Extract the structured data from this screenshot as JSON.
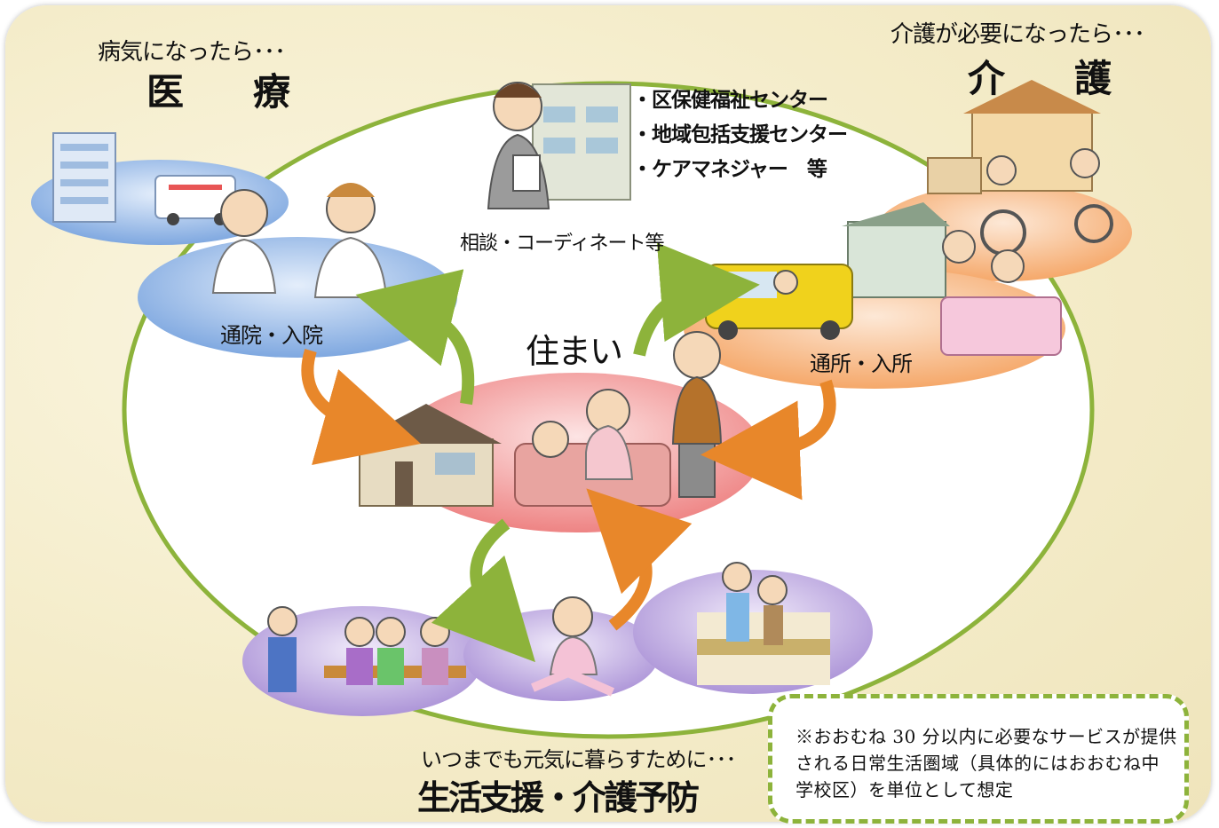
{
  "sections": {
    "medical": {
      "lead": "病気になったら･･･",
      "title": "医　療",
      "label": "通院・入院"
    },
    "care": {
      "lead": "介護が必要になったら･･･",
      "title": "介　護",
      "label": "通所・入所"
    },
    "home": {
      "title": "住まい"
    },
    "support": {
      "lead": "いつまでも元気に暮らすために･･･",
      "title": "生活支援・介護予防"
    },
    "consult": {
      "label": "相談・コーディネート等",
      "items": [
        "・区保健福祉センター",
        "・地域包括支援センター",
        "・ケアマネジャー　等"
      ]
    }
  },
  "note": "※おおむね 30 分以内に必要なサービスが提供される日常生活圏域（具体的にはおおむね中学校区）を単位として想定",
  "colors": {
    "ring": "#8db33b",
    "medical": "#7fa8e0",
    "care": "#f5b27a",
    "home": "#f08c8c",
    "support": "#b9a3dc",
    "arrow_orange": "#e8872a",
    "arrow_green": "#8db33b"
  }
}
